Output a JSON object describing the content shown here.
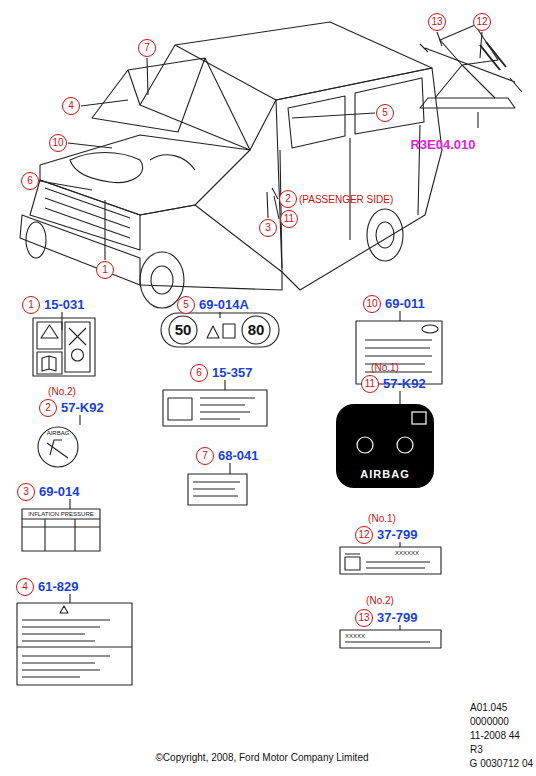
{
  "diagram": {
    "nodes": [
      {
        "text": [
          "7"
        ]
      },
      {
        "text": [
          "13"
        ]
      },
      {
        "text": [
          "12"
        ]
      },
      {
        "text": [
          "4"
        ]
      },
      {
        "text": [
          "5"
        ]
      },
      {
        "text": [
          "10"
        ]
      },
      {
        "text": [
          "6"
        ]
      },
      {
        "text": [
          "2"
        ]
      },
      {
        "text": [
          "11"
        ]
      },
      {
        "text": [
          "3"
        ]
      },
      {
        "text": [
          "1"
        ]
      },
      {
        "text": [
          "1"
        ]
      },
      {
        "text": [
          "5"
        ]
      },
      {
        "text": [
          "10"
        ]
      },
      {
        "text": [
          "2"
        ]
      },
      {
        "text": [
          "6"
        ]
      },
      {
        "text": [
          "11"
        ]
      },
      {
        "text": [
          "3"
        ]
      },
      {
        "text": [
          "7"
        ]
      },
      {
        "text": [
          "12"
        ]
      },
      {
        "text": [
          "4"
        ]
      },
      {
        "text": [
          "13"
        ]
      }
    ],
    "labels": [
      "R3E04.010",
      "(PASSENGER SIDE)",
      "15-031",
      "69-014A",
      "69-011",
      "50",
      "80",
      "(No.2)",
      "57-K92",
      "15-357",
      "(No.1)",
      "57-K92",
      "AIRBAG",
      "AIRBAG",
      "69-014",
      "68-041",
      "INFLATION PRESSURE",
      "(No.1)",
      "37-799",
      "XXXXXX",
      "61-829",
      "(No.2)",
      "37-799",
      "XXXXX",
      "A01.045",
      "0000000",
      "11-2008 44",
      "R3",
      "G 0030712 04",
      "©Copyright, 2008, Ford Motor Company Limited"
    ]
  }
}
